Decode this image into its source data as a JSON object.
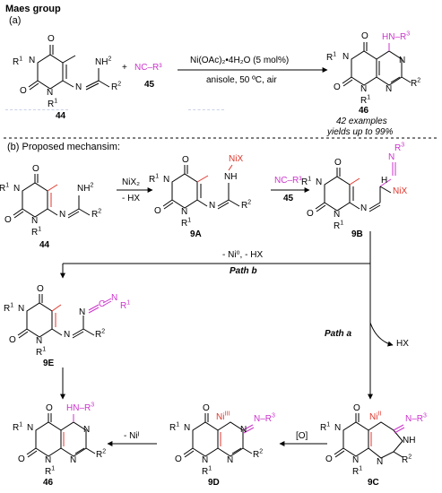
{
  "header": {
    "group": "Maes group",
    "part_a": "(a)",
    "part_b": "(b) Proposed mechansim:"
  },
  "compounds": {
    "c44": "44",
    "c45": "45",
    "c46": "46",
    "c9A": "9A",
    "c9B": "9B",
    "c9C": "9C",
    "c9D": "9D",
    "c9E": "9E"
  },
  "reaction_a": {
    "reagent": "Ni(OAc)₂•4H₂O (5 mol%)",
    "conditions": "anisole, 50 ºC, air",
    "plus": "+",
    "isonitrile": "NC–R³",
    "examples": "42 examples",
    "yields": "yields up to 99%"
  },
  "mechanism": {
    "nix2": "NiX₂",
    "minus_hx": "- HX",
    "nc_r3": "NC–R³",
    "n45": "45",
    "path_b_cond": "- Ni⁰, - HX",
    "path_b": "Path b",
    "path_a": "Path a",
    "hx": "HX",
    "oxidant": "[O]",
    "minus_ni1": "- Niᴵ"
  },
  "colors": {
    "accent": "#cc33cc",
    "highlight": "#e0362c",
    "ghost": "#b9c3dc"
  }
}
